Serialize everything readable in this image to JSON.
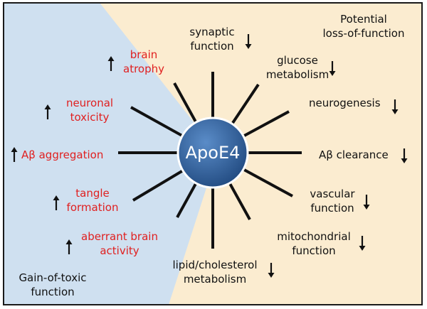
{
  "center": "ApoE4",
  "legend": {
    "loss": [
      "Potential",
      "loss-of-function"
    ],
    "gain": [
      "Gain-of-toxic",
      "function"
    ]
  },
  "gain_items": [
    {
      "text": [
        "brain",
        "atrophy"
      ],
      "direction": "up"
    },
    {
      "text": [
        "neuronal",
        "toxicity"
      ],
      "direction": "up"
    },
    {
      "text": [
        "Aβ aggregation"
      ],
      "direction": "up"
    },
    {
      "text": [
        "tangle",
        "formation"
      ],
      "direction": "up"
    },
    {
      "text": [
        "aberrant brain",
        "activity"
      ],
      "direction": "up"
    }
  ],
  "loss_items": [
    {
      "text": [
        "synaptic",
        "function"
      ],
      "direction": "down"
    },
    {
      "text": [
        "glucose",
        "metabolism"
      ],
      "direction": "down"
    },
    {
      "text": [
        "neurogenesis"
      ],
      "direction": "down"
    },
    {
      "text": [
        "Aβ clearance"
      ],
      "direction": "down"
    },
    {
      "text": [
        "vascular",
        "function"
      ],
      "direction": "down"
    },
    {
      "text": [
        "mitochondrial",
        "function"
      ],
      "direction": "down"
    },
    {
      "text": [
        "lipid/cholesterol",
        "metabolism"
      ],
      "direction": "down"
    }
  ],
  "colors": {
    "gain_background": "#cfe0f0",
    "loss_background": "#fbecd0",
    "gain_text": "#e02020",
    "loss_text": "#111111",
    "hub": "#2d5e9a"
  }
}
